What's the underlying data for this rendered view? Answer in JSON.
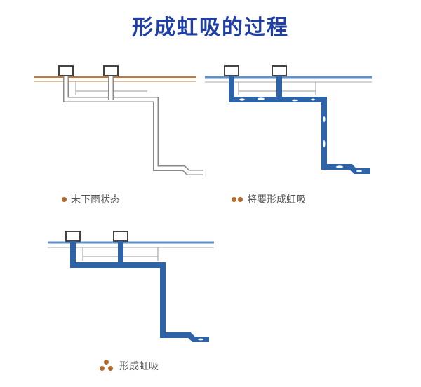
{
  "title": "形成虹吸的过程",
  "stages": [
    {
      "label": "未下雨状态",
      "dots": 1,
      "filled": "none"
    },
    {
      "label": "将要形成虹吸",
      "dots": 2,
      "filled": "partial"
    },
    {
      "label": "形成虹吸",
      "dots": 3,
      "filled": "full"
    }
  ],
  "colors": {
    "title": "#1f3fa6",
    "roof_line": "#c1793c",
    "roof_blue": "#5f8fc4",
    "pipe_outline": "#8a8a8a",
    "water": "#2f63a8",
    "dot": "#b06a2c"
  }
}
